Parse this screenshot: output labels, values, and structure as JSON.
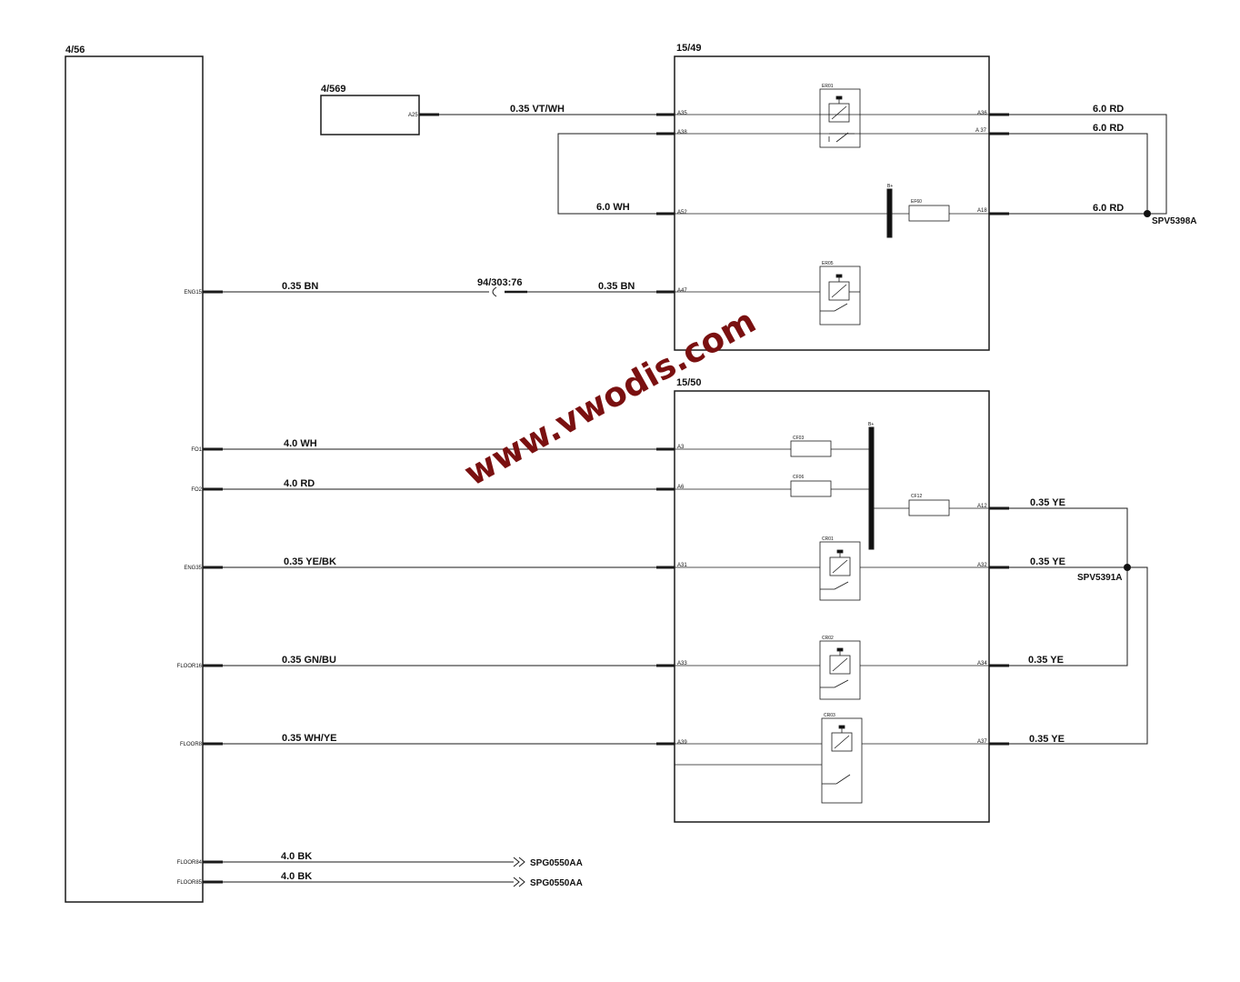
{
  "modules": {
    "ecu_456": "4/56",
    "box_569": "4/569",
    "box_1549": "15/49",
    "box_1550": "15/50"
  },
  "wires": {
    "vt_wh": "0.35 VT/WH",
    "rd_36": "6.0 RD",
    "rd_37": "6.0 RD",
    "rd_18": "6.0 RD",
    "wh_60": "6.0 WH",
    "bn_left": "0.35 BN",
    "bn_right": "0.35 BN",
    "wh_40": "4.0 WH",
    "rd_40": "4.0 RD",
    "ye_bk": "0.35 YE/BK",
    "gn_bu": "0.35 GN/BU",
    "wh_ye": "0.35 WH/YE",
    "bk_1": "4.0 BK",
    "bk_2": "4.0 BK",
    "ye_12": "0.35 YE",
    "ye_32": "0.35 YE",
    "ye_34": "0.35 YE",
    "ye_37": "0.35 YE"
  },
  "connector_inline": "94/303:76",
  "splices": {
    "spv5398a": "SPV5398A",
    "spv5391a": "SPV5391A",
    "spg_1": "SPG0550AA",
    "spg_2": "SPG0550AA"
  },
  "ecu_pins": {
    "eng15": "ENG15",
    "fo1": "FO1",
    "fo2": "FO2",
    "eng35": "ENG35",
    "floor16": "FLOOR16",
    "floor8": "FLOOR8",
    "floor84": "FLOOR84",
    "floor85": "FLOOR85"
  },
  "pins": {
    "a25": "A25",
    "a35": "A35",
    "a38": "A38",
    "a52": "A52",
    "a47": "A47",
    "a36": "A36",
    "a37_top": "A 37",
    "a18": "A18",
    "a3": "A3",
    "a6": "A6",
    "a31": "A31",
    "a33": "A33",
    "a39": "A39",
    "a12": "A12",
    "a32": "A32",
    "a34": "A34",
    "a37_bot": "A37"
  },
  "components": {
    "er01": "ER01",
    "er05": "ER05",
    "ef60": "EF60",
    "cf03": "CF03",
    "cf06": "CF06",
    "cf12": "CF12",
    "cr01": "CR01",
    "cr02": "CR02",
    "cr03": "CR03",
    "bplus_top": "B+",
    "bplus_bot": "B+"
  },
  "watermark": "www.vwodis.com"
}
